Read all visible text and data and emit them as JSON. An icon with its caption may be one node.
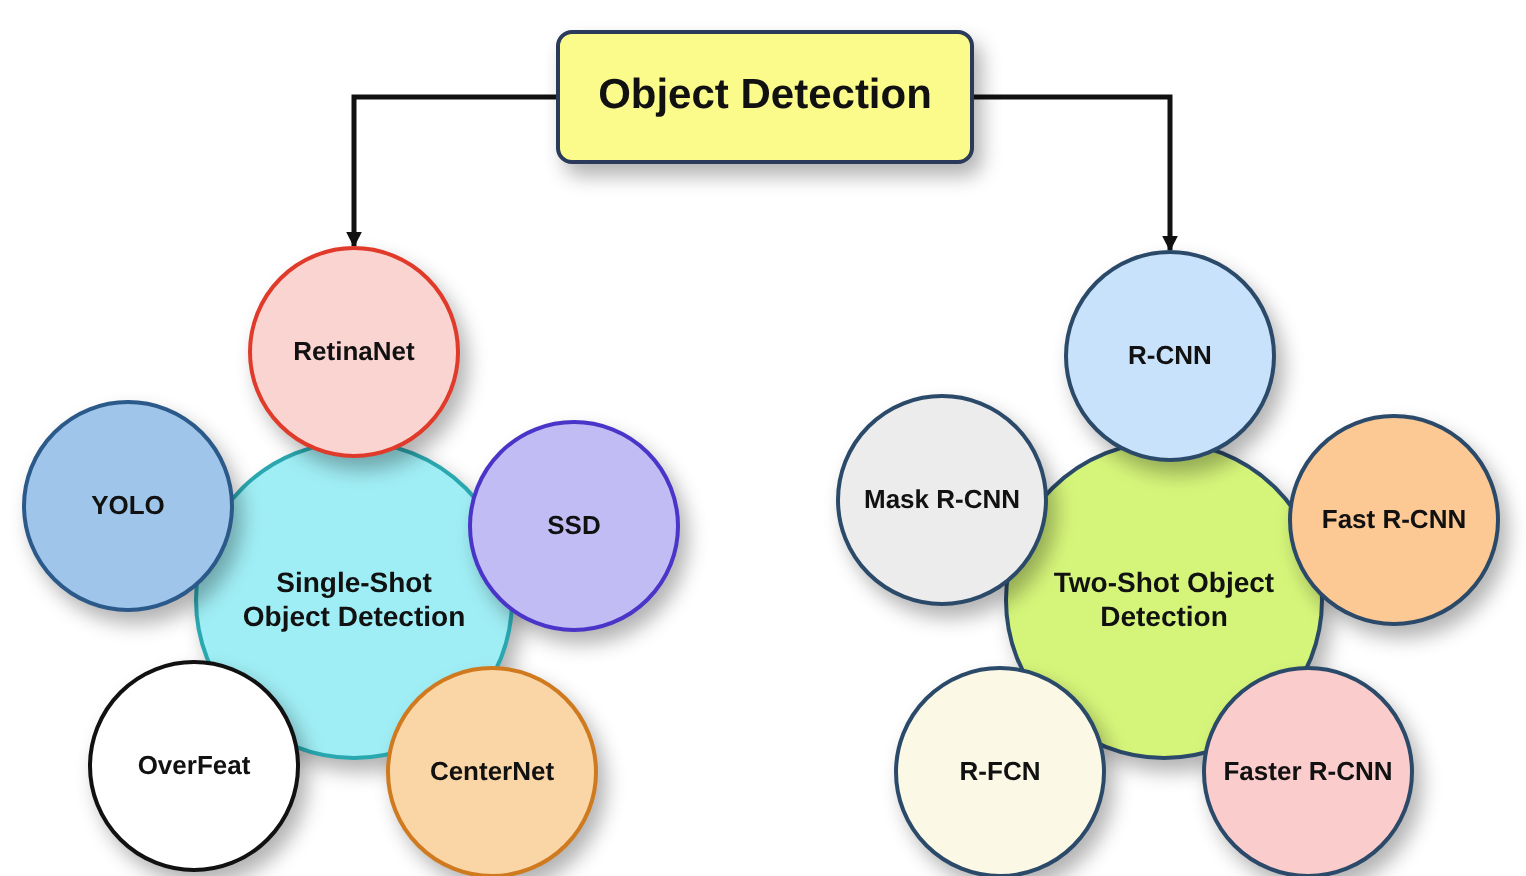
{
  "diagram": {
    "nodes": [
      {
        "text": [
          "Object Detection"
        ]
      },
      {
        "text": [
          "Single-Shot Object Detection"
        ]
      },
      {
        "text": [
          "RetinaNet"
        ]
      },
      {
        "text": [
          "YOLO"
        ]
      },
      {
        "text": [
          "SSD"
        ]
      },
      {
        "text": [
          "OverFeat"
        ]
      },
      {
        "text": [
          "CenterNet"
        ]
      },
      {
        "text": [
          "Two-Shot Object Detection"
        ]
      },
      {
        "text": [
          "R-CNN"
        ]
      },
      {
        "text": [
          "Mask R-CNN"
        ]
      },
      {
        "text": [
          "Fast R-CNN"
        ]
      },
      {
        "text": [
          "R-FCN"
        ]
      },
      {
        "text": [
          "Faster R-CNN"
        ]
      }
    ],
    "edges": [
      {
        "from": 0,
        "to": 2,
        "arrow": "to"
      },
      {
        "from": 0,
        "to": 8,
        "arrow": "to"
      }
    ]
  }
}
